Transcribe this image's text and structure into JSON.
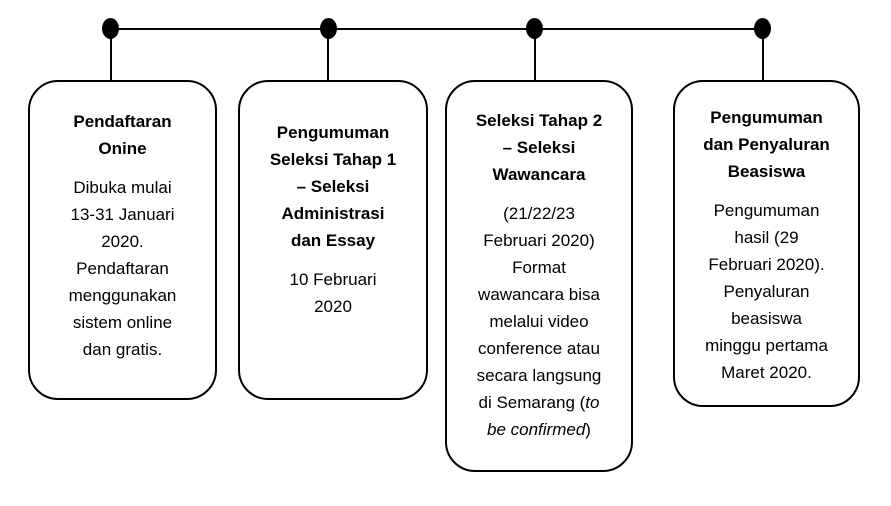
{
  "timeline": {
    "background": "#ffffff",
    "line_color": "#000000",
    "node_color": "#000000",
    "milestones": [
      {
        "title": "Pendaftaran Onine",
        "title_lines": [
          "Pendaftaran",
          "Onine"
        ],
        "body": "Dibuka mulai 13-31 Januari 2020. Pendaftaran menggunakan sistem online dan gratis.",
        "body_lines": [
          "Dibuka mulai",
          "13-31 Januari",
          "2020.",
          "Pendaftaran",
          "menggunakan",
          "sistem online",
          "dan gratis."
        ]
      },
      {
        "title": "Pengumuman Seleksi Tahap 1 – Seleksi Administrasi dan Essay",
        "title_lines": [
          "Pengumuman",
          "Seleksi Tahap 1",
          "– Seleksi",
          "Administrasi",
          "dan Essay"
        ],
        "body": "10 Februari 2020",
        "body_lines": [
          "10 Februari",
          "2020"
        ]
      },
      {
        "title": "Seleksi Tahap 2 – Seleksi Wawancara",
        "title_lines": [
          "Seleksi Tahap 2",
          "– Seleksi",
          "Wawancara"
        ],
        "body": "(21/22/23 Februari 2020) Format wawancara bisa melalui video conference atau secara langsung di Semarang (to be confirmed)",
        "body_pre_lines": [
          "(21/22/23",
          "Februari 2020)",
          "Format",
          "wawancara bisa",
          "melalui video",
          "conference atau",
          "secara langsung",
          "di Semarang ("
        ],
        "body_italic_lines": [
          "to",
          "be confirmed"
        ],
        "body_post": ")"
      },
      {
        "title": "Pengumuman dan Penyaluran Beasiswa",
        "title_lines": [
          "Pengumuman",
          "dan Penyaluran",
          "Beasiswa"
        ],
        "body": "Pengumuman hasil (29 Februari 2020). Penyaluran beasiswa minggu pertama Maret 2020.",
        "body_lines": [
          "Pengumuman",
          "hasil (29",
          "Februari 2020).",
          "Penyaluran",
          "beasiswa",
          "minggu pertama",
          "Maret 2020."
        ]
      }
    ]
  }
}
